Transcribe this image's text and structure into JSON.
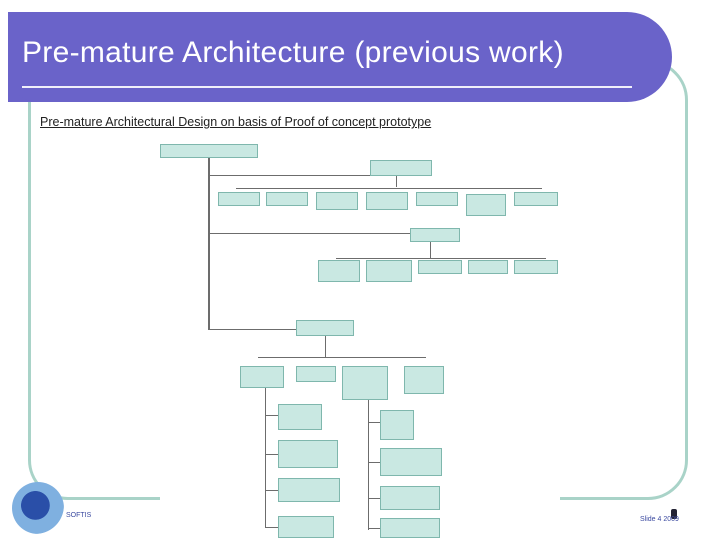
{
  "slide": {
    "title": "Pre-mature Architecture (previous work)",
    "subtitle": "Pre-mature Architectural Design on basis of Proof of concept prototype",
    "logo_text": "SOFTIS",
    "footer_text": "Slide 4 2009"
  },
  "diagram": {
    "root": "",
    "branch_a": {
      "label": "",
      "children": [
        "",
        "",
        "",
        "",
        "",
        "",
        ""
      ]
    },
    "branch_b": {
      "label": "",
      "children": [
        "",
        "",
        "",
        "",
        ""
      ]
    },
    "branch_c": {
      "label": "",
      "children": [
        "",
        "",
        "",
        ""
      ]
    },
    "column_left": [
      "",
      "",
      "",
      ""
    ],
    "column_right": [
      "",
      "",
      "",
      ""
    ]
  },
  "colors": {
    "title_bar": "#6a63c9",
    "frame": "#a9d3c8",
    "box_fill": "#c9e8e2",
    "box_border": "#7fb7ad",
    "connector": "#6c6c6c"
  }
}
